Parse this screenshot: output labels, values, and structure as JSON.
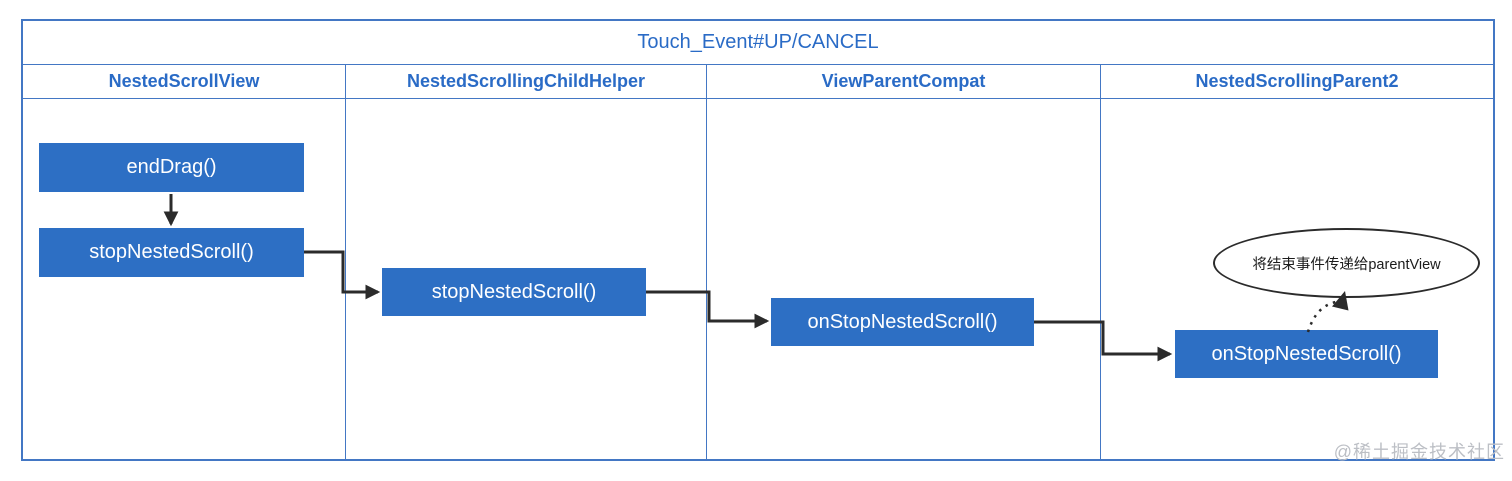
{
  "title": "Touch_Event#UP/CANCEL",
  "columns": [
    {
      "label": "NestedScrollView"
    },
    {
      "label": "NestedScrollingChildHelper"
    },
    {
      "label": "ViewParentCompat"
    },
    {
      "label": "NestedScrollingParent2"
    }
  ],
  "nodes": {
    "end_drag": "endDrag()",
    "stop_nested_scroll_view": "stopNestedScroll()",
    "stop_nested_scroll_helper": "stopNestedScroll()",
    "on_stop_nested_scroll_compat": "onStopNestedScroll()",
    "on_stop_nested_scroll_parent": "onStopNestedScroll()"
  },
  "annotation": {
    "ellipse_label": "将结束事件传递给parentView"
  },
  "watermark": "@稀土掘金技术社区",
  "colors": {
    "node_fill": "#2D6FC4",
    "frame_border": "#4377C4",
    "heading_text": "#2A6BC6",
    "arrow": "#2B2B2B",
    "watermark_text": "#BCBFC5"
  }
}
